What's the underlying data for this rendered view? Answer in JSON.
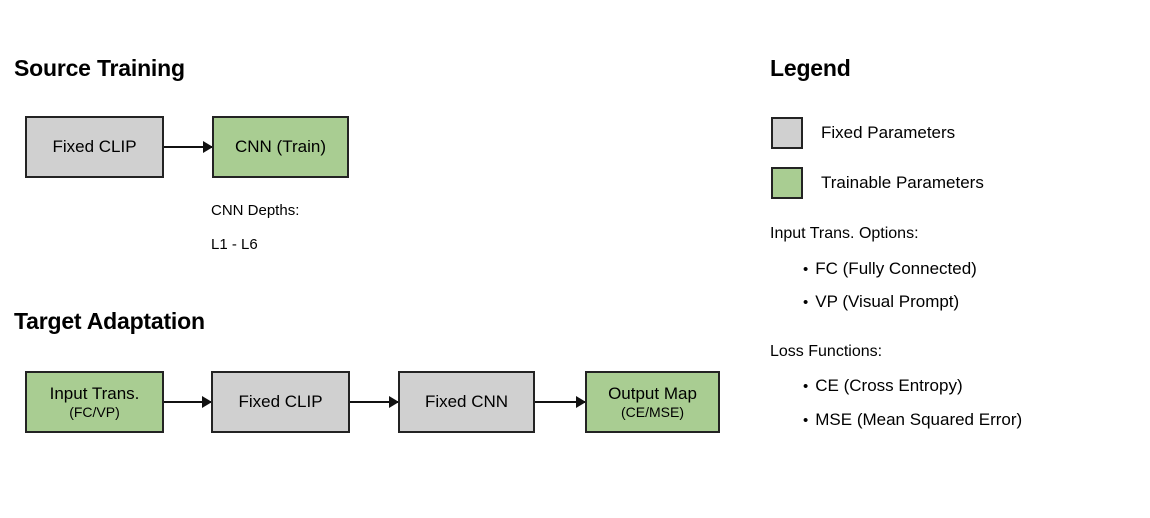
{
  "colors": {
    "fixed_fill": "#d0d0d0",
    "trainable_fill": "#a9cd92",
    "border": "#232323",
    "background": "#ffffff",
    "text": "#000000"
  },
  "sections": {
    "source": {
      "title": "Source Training",
      "boxes": [
        {
          "main": "Fixed CLIP",
          "sub": "",
          "kind": "fixed"
        },
        {
          "main": "CNN (Train)",
          "sub": "",
          "kind": "trainable"
        }
      ],
      "annotation": {
        "label": "CNN Depths:",
        "value": "L1 - L6"
      }
    },
    "target": {
      "title": "Target Adaptation",
      "boxes": [
        {
          "main": "Input Trans.",
          "sub": "(FC/VP)",
          "kind": "trainable"
        },
        {
          "main": "Fixed CLIP",
          "sub": "",
          "kind": "fixed"
        },
        {
          "main": "Fixed CNN",
          "sub": "",
          "kind": "fixed"
        },
        {
          "main": "Output Map",
          "sub": "(CE/MSE)",
          "kind": "trainable"
        }
      ]
    }
  },
  "legend": {
    "title": "Legend",
    "swatches": [
      {
        "label": "Fixed Parameters",
        "kind": "fixed"
      },
      {
        "label": "Trainable Parameters",
        "kind": "trainable"
      }
    ],
    "groups": [
      {
        "title": "Input Trans. Options:",
        "bullet": "•",
        "items": [
          "FC (Fully Connected)",
          "VP (Visual Prompt)"
        ]
      },
      {
        "title": "Loss Functions:",
        "bullet": "•",
        "items": [
          "CE (Cross Entropy)",
          "MSE (Mean Squared Error)"
        ]
      }
    ]
  }
}
